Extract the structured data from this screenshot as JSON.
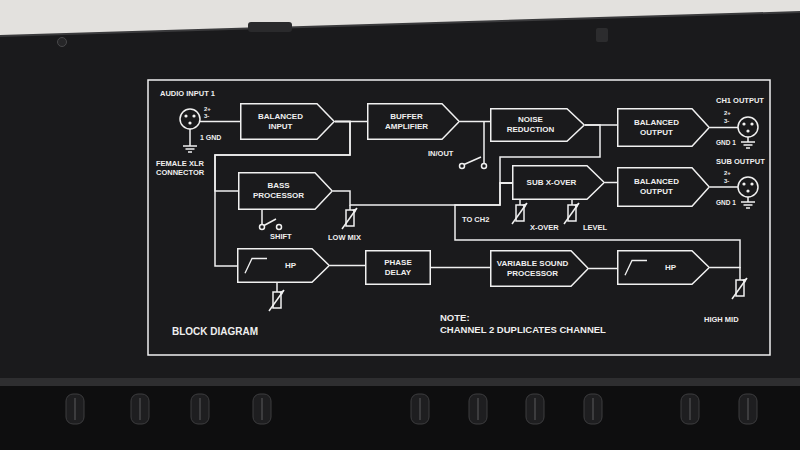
{
  "diagram": {
    "nodes": [
      {
        "text": [
          "BALANCED INPUT"
        ]
      },
      {
        "text": [
          "BUFFER AMPLIFIER"
        ]
      },
      {
        "text": [
          "NOISE REDUCTION"
        ]
      },
      {
        "text": [
          "BALANCED OUTPUT"
        ]
      },
      {
        "text": [
          "BASS PROCESSOR"
        ]
      },
      {
        "text": [
          "SUB X-OVER"
        ]
      },
      {
        "text": [
          "BALANCED OUTPUT"
        ]
      },
      {
        "text": [
          "HP"
        ]
      },
      {
        "text": [
          "PHASE DELAY"
        ]
      },
      {
        "text": [
          "VARIABLE SOUND PROCESSOR"
        ]
      },
      {
        "text": [
          "HP"
        ]
      }
    ],
    "edges": [
      {
        "from": 0,
        "to": 1,
        "arrow": "none"
      },
      {
        "from": 1,
        "to": 2,
        "arrow": "none"
      },
      {
        "from": 2,
        "to": 3,
        "arrow": "none"
      },
      {
        "from": 0,
        "to": 4,
        "arrow": "none"
      },
      {
        "from": 0,
        "to": 7,
        "arrow": "none"
      },
      {
        "from": 4,
        "to": 5,
        "arrow": "none"
      },
      {
        "from": 2,
        "to": 5,
        "arrow": "none"
      },
      {
        "from": 5,
        "to": 6,
        "arrow": "none"
      },
      {
        "from": 7,
        "to": 8,
        "arrow": "none"
      },
      {
        "from": 8,
        "to": 9,
        "arrow": "none"
      },
      {
        "from": 9,
        "to": 10,
        "arrow": "none"
      },
      {
        "from": 10,
        "to": 5,
        "arrow": "none"
      }
    ],
    "labels": [
      "AUDIO INPUT 1",
      "2+",
      "3-",
      "1 GND",
      "FEMALE XLR CONNECTOR",
      "IN/OUT",
      "CH1 OUTPUT",
      "2+",
      "3-",
      "GND 1",
      "SUB OUTPUT",
      "2+",
      "3-",
      "GND 1",
      "SHIFT",
      "LOW MIX",
      "TO CH2",
      "X-OVER",
      "LEVEL",
      "HIGH MID",
      "BLOCK DIAGRAM",
      "NOTE:",
      "CHANNEL 2 DUPLICATES CHANNEL"
    ]
  }
}
